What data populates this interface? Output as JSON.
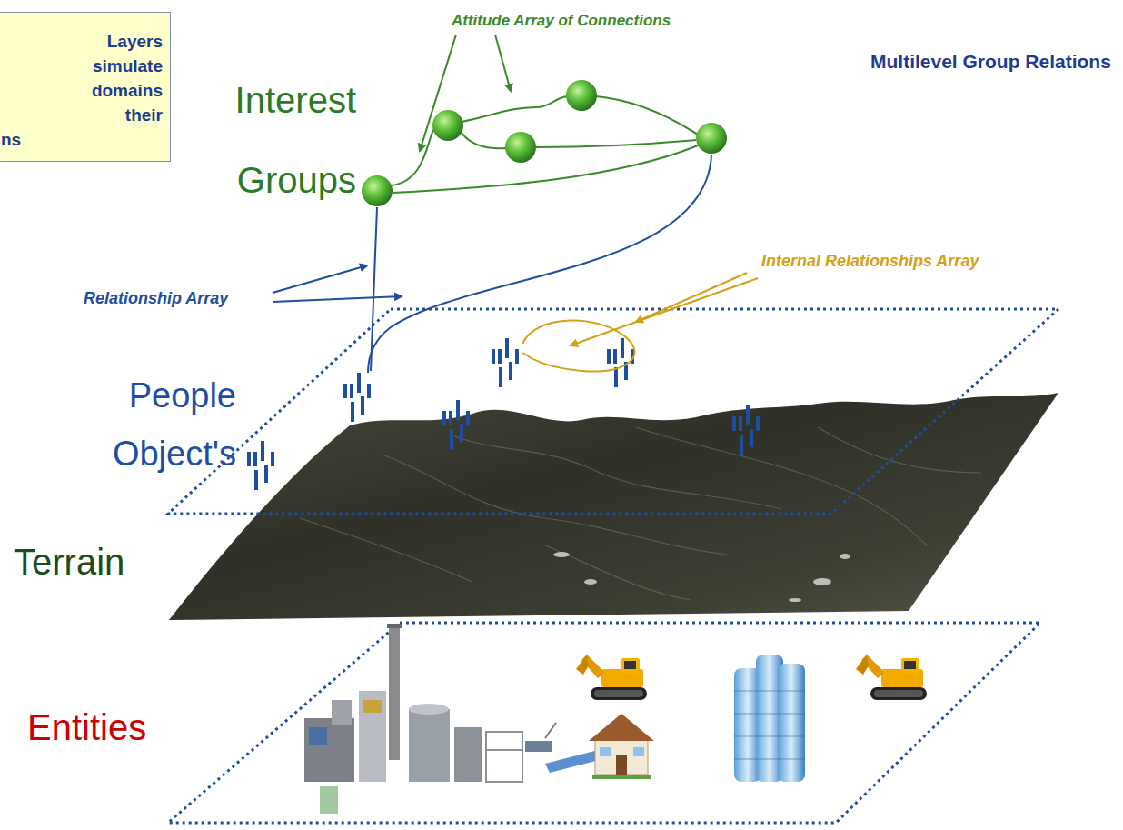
{
  "diagram": {
    "title": "Multilevel Group Relations",
    "nodes": [
      {
        "text": [
          "Layers simulate domains their ns"
        ]
      }
    ],
    "labels": [
      "Attitude Array of Connections",
      "Interest Groups",
      "Internal Relationships Array",
      "Relationship Array",
      "People Object's",
      "Terrain",
      "Entities"
    ]
  }
}
